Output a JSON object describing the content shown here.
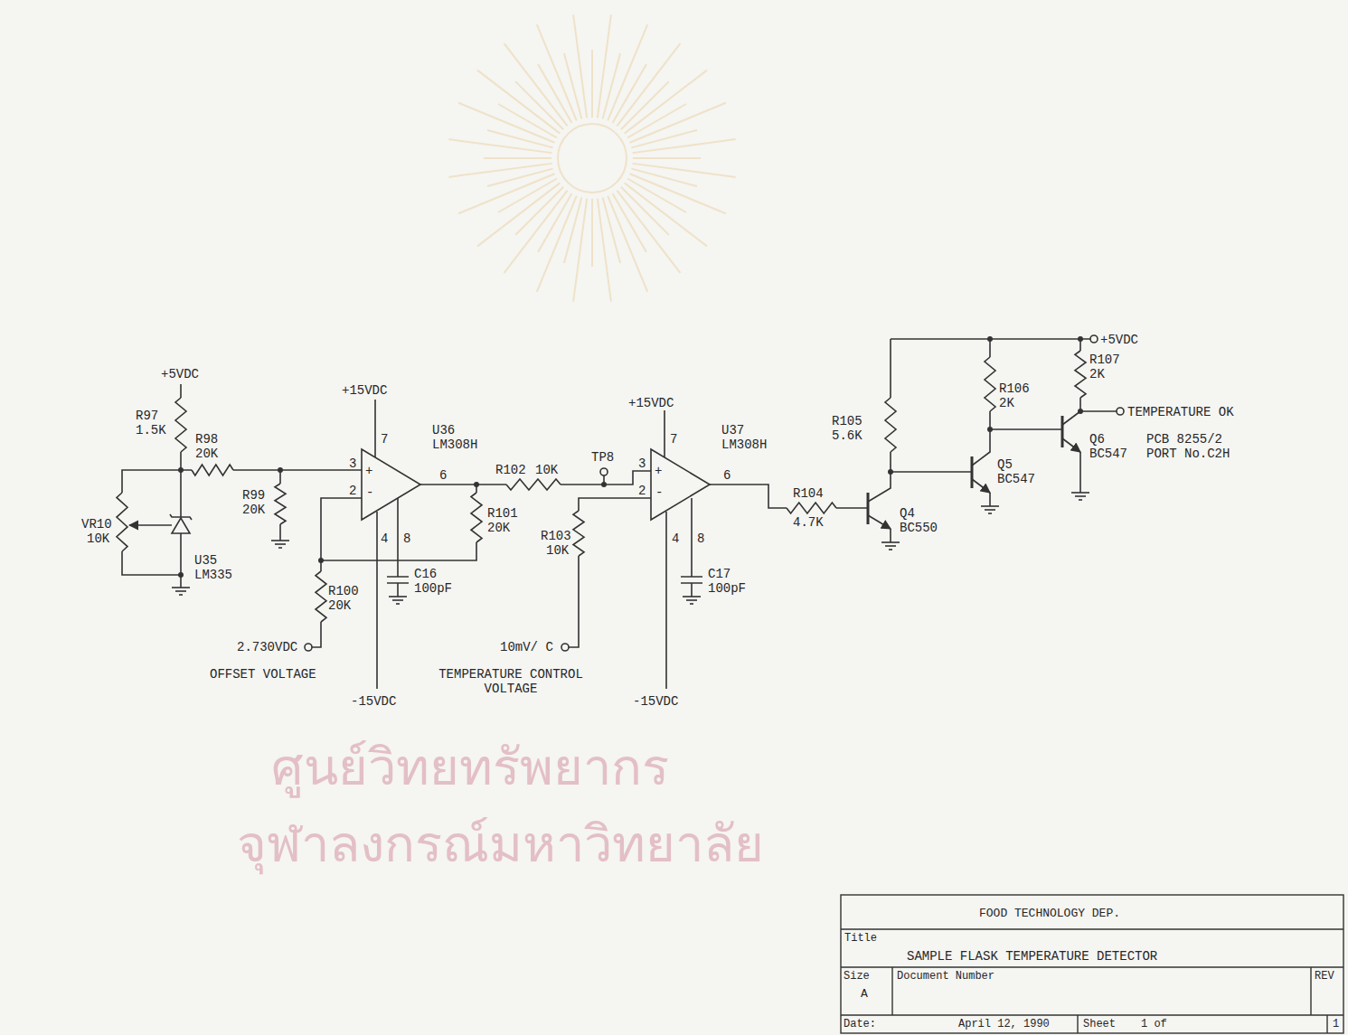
{
  "diagram": {
    "labels": [
      "+5VDC",
      "R97",
      "1.5K",
      "R98",
      "20K",
      "R99",
      "20K",
      "VR10",
      "10K",
      "U35",
      "LM335",
      "+15VDC",
      "U36",
      "LM308H",
      "3",
      "2",
      "+",
      "-",
      "6",
      "7",
      "4",
      "8",
      "R101",
      "20K",
      "C16",
      "100pF",
      "R100",
      "20K",
      "2.730VDC",
      "OFFSET VOLTAGE",
      "-15VDC",
      "R102",
      "10K",
      "TP8",
      "+15VDC",
      "U37",
      "LM308H",
      "3",
      "2",
      "+",
      "-",
      "6",
      "7",
      "4",
      "8",
      "R103",
      "10K",
      "C17",
      "100pF",
      "10mV/ C",
      "TEMPERATURE CONTROL VOLTAGE",
      "-15VDC",
      "R104",
      "4.7K",
      "R105",
      "5.6K",
      "R106",
      "2K",
      "R107",
      "2K",
      "+5VDC",
      "TEMPERATURE OK",
      "PCB 8255/2",
      "PORT No.C2H",
      "Q4",
      "BC550",
      "Q5",
      "BC547",
      "Q6",
      "BC547",
      "FOOD TECHNOLOGY DEP.",
      "Title",
      "SAMPLE FLASK TEMPERATURE DETECTOR",
      "Size",
      "A",
      "Document Number",
      "REV",
      "Date:",
      "April 12, 1990",
      "Sheet",
      "1 of",
      "1",
      "ศูนย์วิทยทรัพยากร",
      "จุฬาลงกรณ์มหาวิทยาลัย"
    ]
  }
}
